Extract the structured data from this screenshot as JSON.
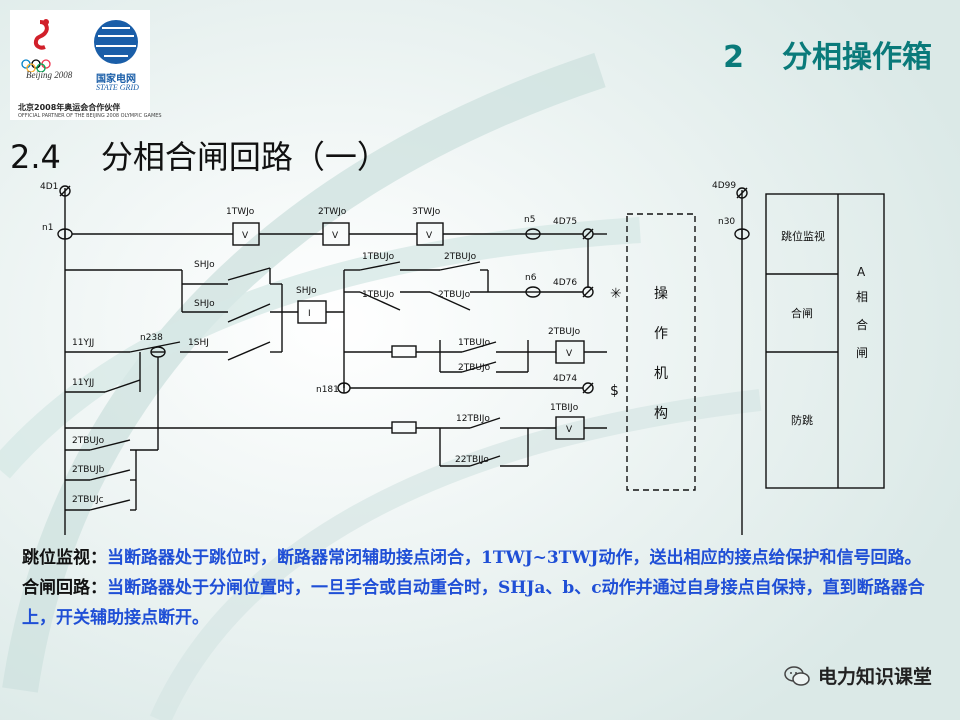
{
  "header": {
    "section_number": "2",
    "section_title": "分相操作箱",
    "subtitle_number": "2.4",
    "subtitle_title": "分相合闸回路（一）"
  },
  "logo": {
    "beijing": "Beijing 2008",
    "company_cn": "国家电网",
    "company_en": "STATE GRID",
    "partner_cn": "北京2008年奥运会合作伙伴",
    "partner_en": "OFFICIAL PARTNER OF THE BEIJING 2008 OLYMPIC GAMES"
  },
  "diagram": {
    "terminals": {
      "t_4d1": "4D1",
      "t_n1": "n1",
      "t_4d99": "4D99",
      "t_n30": "n30",
      "t_n5": "n5",
      "t_4d75": "4D75",
      "t_n6": "n6",
      "t_4d76": "4D76",
      "t_n238": "n238",
      "t_n181": "n181",
      "t_4d74": "4D74"
    },
    "relays": {
      "r_1twj": "1TWJo",
      "r_2twj": "2TWJo",
      "r_3twj": "3TWJo",
      "r_shj": "SHJo",
      "r_2tbuj": "2TBUJo",
      "r_1tbij": "1TBIJo"
    },
    "relay_symbols": {
      "v": "V",
      "i": "I"
    },
    "contacts": {
      "c_shj1": "SHJo",
      "c_shj2": "SHJo",
      "c_11yjj1": "11YJJ",
      "c_11yjj2": "11YJJ",
      "c_1shj": "1SHJ",
      "c_1tbuj1": "1TBUJo",
      "c_2tbuj1": "2TBUJo",
      "c_1tbuj2": "1TBUJo",
      "c_2tbuj2": "2TBUJo",
      "c_1tbuj3": "1TBUJo",
      "c_2tbuj3": "2TBUJo",
      "c_12tbij": "12TBIJo",
      "c_22tbij": "22TBIJo",
      "c_2tbuja": "2TBUJo",
      "c_2tbujb": "2TBUJb",
      "c_2tbujc": "2TBUJc"
    },
    "marks": {
      "star": "✳",
      "dollar": "$"
    },
    "mechanism": {
      "chars": [
        "操",
        "作",
        "机",
        "构"
      ]
    },
    "panel": {
      "jump_monitor": "跳位监视",
      "close": "合闸",
      "anti_jump": "防跳",
      "phase_chars": [
        "A",
        "相",
        "合",
        "闸"
      ]
    }
  },
  "description": [
    {
      "head": "跳位监视：",
      "body": "当断路器处于跳位时，断路器常闭辅助接点闭合，1TWJ~3TWJ动作，送出相应的接点给保护和信号回路。"
    },
    {
      "head": "合闸回路：",
      "body": "当断路器处于分闸位置时，一旦手合或自动重合时，SHJa、b、c动作并通过自身接点自保持，直到断路器合上，开关辅助接点断开。"
    }
  ],
  "watermark": {
    "text": "电力知识课堂"
  }
}
